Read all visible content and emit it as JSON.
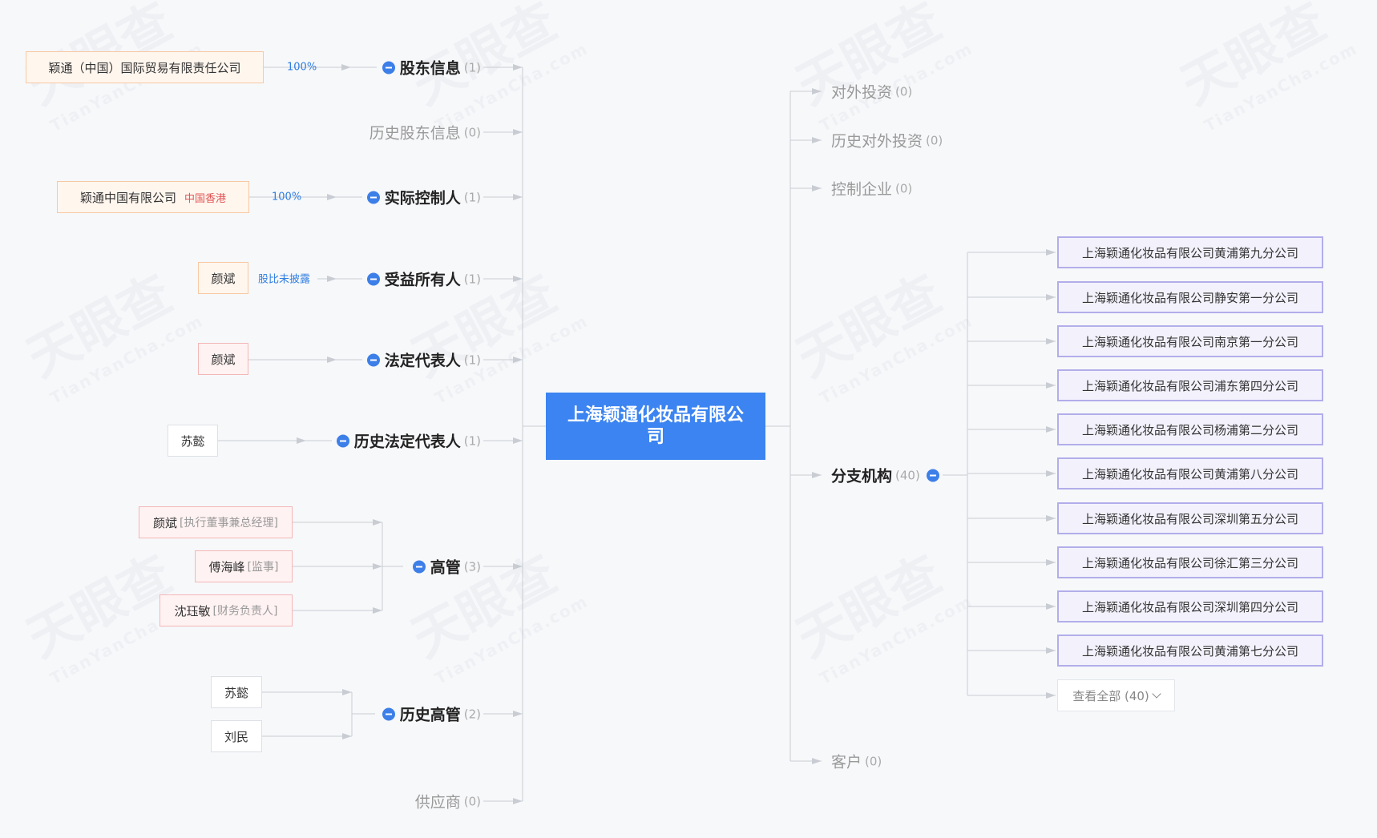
{
  "colors": {
    "accent": "#3b84f1",
    "line": "#c9cdd3",
    "bg": "#f7f8fa"
  },
  "watermark": {
    "text": "天眼查",
    "sub": "TianYanCha.com"
  },
  "center": {
    "name": "上海颖通化妆品有限公司"
  },
  "left": {
    "shareholders": {
      "title": "股东信息",
      "count": "(1)",
      "item": "颖通（中国）国际贸易有限责任公司",
      "ratio": "100%"
    },
    "history_shareholders": {
      "title": "历史股东信息",
      "count": "(0)"
    },
    "controller": {
      "title": "实际控制人",
      "count": "(1)",
      "item": "颖通中国有限公司",
      "region": "中国香港",
      "ratio": "100%"
    },
    "beneficiary": {
      "title": "受益所有人",
      "count": "(1)",
      "item": "颜斌",
      "ratio": "股比未披露"
    },
    "legal_rep": {
      "title": "法定代表人",
      "count": "(1)",
      "item": "颜斌"
    },
    "history_legal_rep": {
      "title": "历史法定代表人",
      "count": "(1)",
      "item": "苏懿"
    },
    "executives": {
      "title": "高管",
      "count": "(3)",
      "items": [
        {
          "name": "颜斌",
          "role": "[执行董事兼总经理]"
        },
        {
          "name": "傅海峰",
          "role": "[监事]"
        },
        {
          "name": "沈珏敏",
          "role": "[财务负责人]"
        }
      ]
    },
    "history_executives": {
      "title": "历史高管",
      "count": "(2)",
      "items": [
        "苏懿",
        "刘民"
      ]
    },
    "suppliers": {
      "title": "供应商",
      "count": "(0)"
    }
  },
  "right": {
    "investments": {
      "title": "对外投资",
      "count": "(0)"
    },
    "history_investments": {
      "title": "历史对外投资",
      "count": "(0)"
    },
    "controlled": {
      "title": "控制企业",
      "count": "(0)"
    },
    "branches": {
      "title": "分支机构",
      "count": "(40)",
      "items": [
        "上海颖通化妆品有限公司黄浦第九分公司",
        "上海颖通化妆品有限公司静安第一分公司",
        "上海颖通化妆品有限公司南京第一分公司",
        "上海颖通化妆品有限公司浦东第四分公司",
        "上海颖通化妆品有限公司杨浦第二分公司",
        "上海颖通化妆品有限公司黄浦第八分公司",
        "上海颖通化妆品有限公司深圳第五分公司",
        "上海颖通化妆品有限公司徐汇第三分公司",
        "上海颖通化妆品有限公司深圳第四分公司",
        "上海颖通化妆品有限公司黄浦第七分公司"
      ],
      "more": "查看全部 (40)"
    },
    "customers": {
      "title": "客户",
      "count": "(0)"
    }
  }
}
